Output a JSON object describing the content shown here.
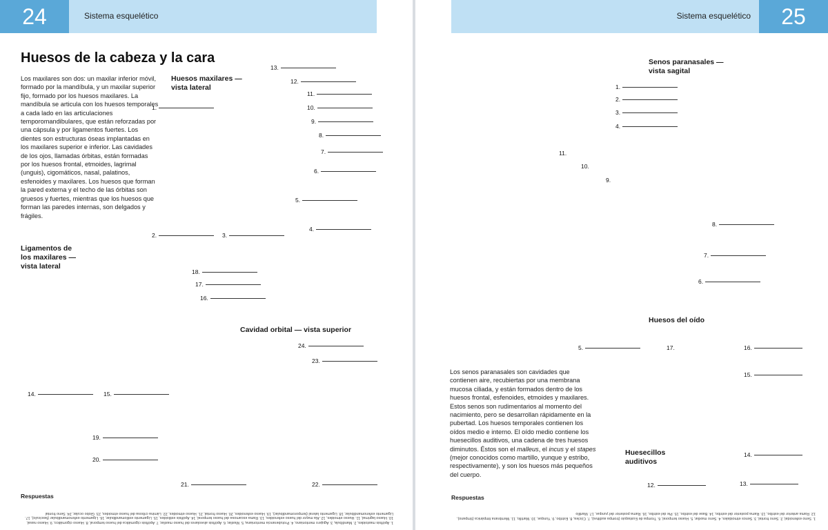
{
  "left_page": {
    "page_number": "24",
    "header_title": "Sistema esquelético",
    "title": "Huesos de la cabeza y la cara",
    "body_text": "Los maxilares son dos: un maxilar inferior móvil, formado por la mandíbula, y un maxilar superior fijo, formado por los huesos maxilares. La mandíbula se articula con los huesos temporales a cada lado en las articulaciones temporomandibulares, que están reforzadas por una cápsula y por ligamentos fuertes. Los dientes son estructuras óseas implantadas en los maxilares superior e inferior. Las cavidades de los ojos, llamadas órbitas, están formadas por los huesos frontal, etmoides, lagrimal (unguis), cigomáticos, nasal, palatinos, esfenoides y maxilares. Los huesos que forman la pared externa y el techo de las órbitas son gruesos y fuertes, mientras que los huesos que forman las paredes internas, son delgados y frágiles.",
    "figure_maxilares_title": [
      "Huesos maxilares —",
      "vista lateral"
    ],
    "figure_ligamentos_title": [
      "Ligamentos de",
      "los maxilares —",
      "vista lateral"
    ],
    "figure_orbital_title": "Cavidad orbital — vista superior",
    "answers_heading": "Respuestas",
    "answers_text": "1. Apófisis mastoides, 2. Mandíbula, 3. Agujero mentoniano, 4. Protuberancia mentoniana, 5. Maxilar, 6. Apófisis alveolares del hueso maxilar, 7. Apófisis cigomática del hueso temporal, 8. Hueso cigomático, 9. Hueso nasal, 10. Hueso lagrimal, 11. Hueso etmoides, 12. Ala mayor del hueso esfenoides, 13. Rama escamosa del hueso temporal, 14. Apófisis estiloides, 15. Ligamento estilomandibular, 16. Ligamento esfenomandibular (fasciculo), 17. Ligamento esfenomandibular, 18. Ligamento lateral (temporomandibular), 19. Hueso esfenoides, 20. Hueso frontal, 21. Hueso etmoides, 22. Lámina cribosa del hueso etmoides, 23. Globo ocular, 24. Seno frontal",
    "labels": [
      "13.",
      "12.",
      "11.",
      "10.",
      "9.",
      "8.",
      "7.",
      "6.",
      "5.",
      "4.",
      "1.",
      "2.",
      "3.",
      "18.",
      "17.",
      "16.",
      "14.",
      "15.",
      "24.",
      "23.",
      "19.",
      "20.",
      "21.",
      "22."
    ]
  },
  "right_page": {
    "page_number": "25",
    "header_title": "Sistema esquelético",
    "figure_senos_title": [
      "Senos paranasales —",
      "vista sagital"
    ],
    "figure_oido_title": "Huesos del oído",
    "figure_huesecillos_title": [
      "Huesecillos",
      "auditivos"
    ],
    "body_text_parts": [
      "Los senos paranasales son cavidades que contienen aire, recubiertas por una membrana mucosa ciliada, y están formados dentro de los huesos frontal, esfenoides, etmoides y maxilares. Estos senos son rudimentarios al momento del nacimiento, pero se desarrollan rápidamente en la pubertad. Los huesos temporales contienen los oídos medio e interno. El oído medio contiene los huesecillos auditivos, una cadena de tres huesos diminutos. Éstos son el ",
      "malleus",
      ", el ",
      "incus",
      " y el ",
      "stapes",
      " (mejor conocidos como martillo, yunque y estribo, respectivamente), y son los huesos más pequeños del cuerpo."
    ],
    "answers_heading": "Respuestas",
    "answers_text": "1. Seno esfenoidal, 2. Seno frontal, 3. Senos etmoidales, 4. Seno maxilar, 5. Hueso temporal, 6. Trompa de Eustaquio (trompa auditiva), 7. Cóclea, 8. Estribo, 9. Yunque, 10. Martillo, 11. Membrana timpánica (tímpano), 12. Rama anterior del estribo, 13. Rama posterior del estribo, 14. Base del estribo, 15. Pie del estribo, 16. Rama posterior del yunque, 17. Martillo",
    "labels": [
      "1.",
      "2.",
      "3.",
      "4.",
      "11.",
      "10.",
      "9.",
      "8.",
      "7.",
      "6.",
      "5.",
      "17.",
      "16.",
      "15.",
      "14.",
      "13.",
      "12."
    ]
  }
}
